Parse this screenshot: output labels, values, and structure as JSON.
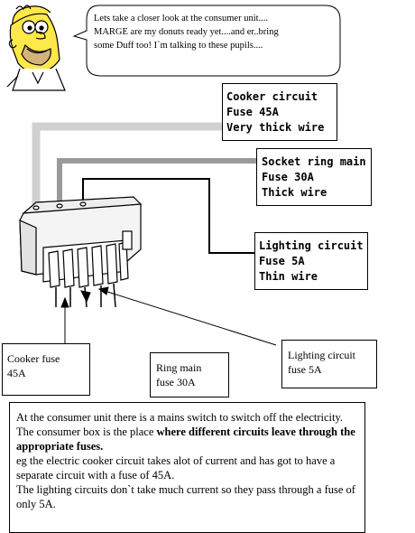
{
  "speech_bubble": {
    "lines": [
      "Lets take a closer look at the consumer unit....",
      "MARGE are my donuts ready yet....and er..bring",
      "some Duff too! I`m talking to these pupils...."
    ]
  },
  "labels": {
    "cooker_circuit": [
      "Cooker circuit",
      "Fuse 45A",
      "Very thick wire"
    ],
    "socket_ring": [
      "Socket ring main",
      "Fuse 30A",
      "Thick wire"
    ],
    "lighting_circuit": [
      "Lighting circuit",
      "Fuse 5A",
      "Thin wire"
    ],
    "cooker_fuse": [
      "Cooker fuse",
      "45A"
    ],
    "ring_main_fuse": [
      "Ring main",
      "fuse 30A"
    ],
    "lighting_fuse": [
      "Lighting circuit",
      "fuse 5A"
    ]
  },
  "explanation": {
    "p1_normal": "At the consumer unit there is a mains switch to switch off the electricity. The consumer box is the place ",
    "p1_bold": "where different circuits leave through the appropriate fuses.",
    "p2": "eg the electric cooker circuit takes alot of current and has got to have a separate circuit with a fuse of 45A.",
    "p3": "The lighting circuits don`t take much current so they pass through a fuse of only 5A."
  }
}
